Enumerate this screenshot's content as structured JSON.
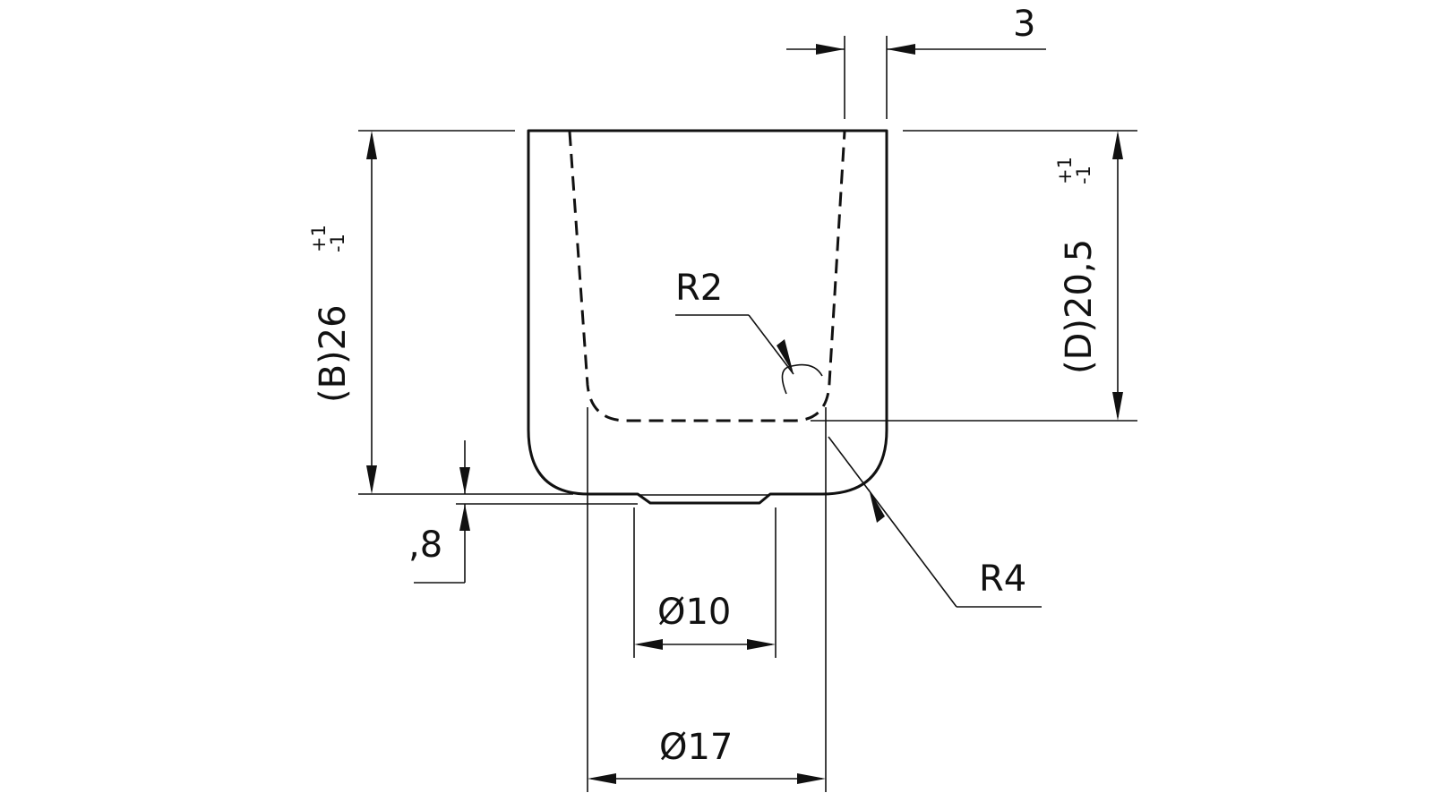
{
  "dimensions": {
    "top_width": {
      "value": "3"
    },
    "height_b": {
      "prefix": "(B)",
      "value": "26",
      "tol_upper": "+1",
      "tol_lower": "-1"
    },
    "height_d": {
      "prefix": "(D)",
      "value": "20,5",
      "tol_upper": "+1",
      "tol_lower": "-1"
    },
    "radius_inner": {
      "value": "R2"
    },
    "radius_outer": {
      "value": "R4"
    },
    "recess_depth": {
      "value": ",8"
    },
    "diameter_small": {
      "value": "Ø10"
    },
    "diameter_large": {
      "value": "Ø17"
    }
  }
}
